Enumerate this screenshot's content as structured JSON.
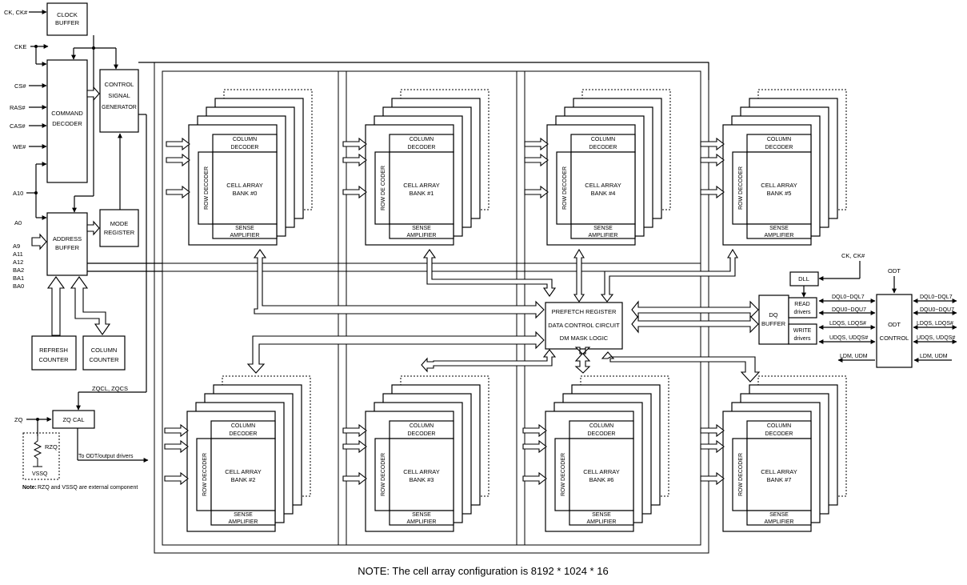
{
  "inputs": {
    "ck": "CK, CK#",
    "cke": "CKE",
    "cs": "CS#",
    "ras": "RAS#",
    "cas": "CAS#",
    "we": "WE#",
    "a10": "A10",
    "a0": "A0",
    "addr_lines": [
      "A9",
      "A11",
      "A12",
      "BA2",
      "BA1",
      "BA0"
    ],
    "zq": "ZQ"
  },
  "blocks": {
    "clock_buffer": [
      "CLOCK",
      "BUFFER"
    ],
    "command_decoder": [
      "COMMAND",
      "DECODER"
    ],
    "control_signal_generator": [
      "CONTROL",
      "SIGNAL",
      "GENERATOR"
    ],
    "mode_register": [
      "MODE",
      "REGISTER"
    ],
    "address_buffer": [
      "ADDRESS",
      "BUFFER"
    ],
    "refresh_counter": [
      "REFRESH",
      "COUNTER"
    ],
    "column_counter": [
      "COLUMN",
      "COUNTER"
    ],
    "zq_cal": "ZQ CAL",
    "zqcl_zqcs": "ZQCL, ZQCS",
    "rzq": "RZQ",
    "vssq": "VSSQ",
    "to_odt": "To ODT/output drivers",
    "zq_note_prefix": "Note:",
    "zq_note_text": "RZQ and VSSQ are external component"
  },
  "bank_parts": {
    "column_decoder": [
      "COLUMN",
      "DECODER"
    ],
    "row_decoder": "ROW DECODER",
    "cell_array": "CELL ARRAY",
    "sense_amplifier": [
      "SENSE",
      "AMPLIFIER"
    ]
  },
  "banks": [
    {
      "row_label": "ROW DECODER",
      "name": "BANK #0"
    },
    {
      "row_label": "ROW DE CODER",
      "name": "BANK #1"
    },
    {
      "row_label": "ROW DECODER",
      "name": "BANK #4"
    },
    {
      "row_label": "ROW DECODER",
      "name": "BANK #5"
    },
    {
      "row_label": "ROW DECODER",
      "name": "BANK #2"
    },
    {
      "row_label": "ROW DECODER",
      "name": "BANK #3"
    },
    {
      "row_label": "ROW DECODER",
      "name": "BANK #6"
    },
    {
      "row_label": "ROW DECODER",
      "name": "BANK #7"
    }
  ],
  "prefetch": [
    "PREFETCH REGISTER",
    "DATA CONTROL CIRCUIT",
    "DM MASK LOGIC"
  ],
  "dq": {
    "buffer": [
      "DQ",
      "BUFFER"
    ],
    "read": [
      "READ",
      "drivers"
    ],
    "write": [
      "WRITE",
      "drivers"
    ],
    "dll": "DLL",
    "ck": "CK, CK#",
    "odt_in": "ODT",
    "odt_control": [
      "ODT",
      "CONTROL"
    ],
    "sig_dql": "DQL0~DQL7",
    "sig_dqu": "DQU0~DQU7",
    "sig_ldqs": "LDQS, LDQS#",
    "sig_udqs": "UDQS, UDQS#",
    "sig_ldm_udm": "LDM, UDM"
  },
  "note": "NOTE: The cell array configuration is 8192 * 1024 * 16"
}
